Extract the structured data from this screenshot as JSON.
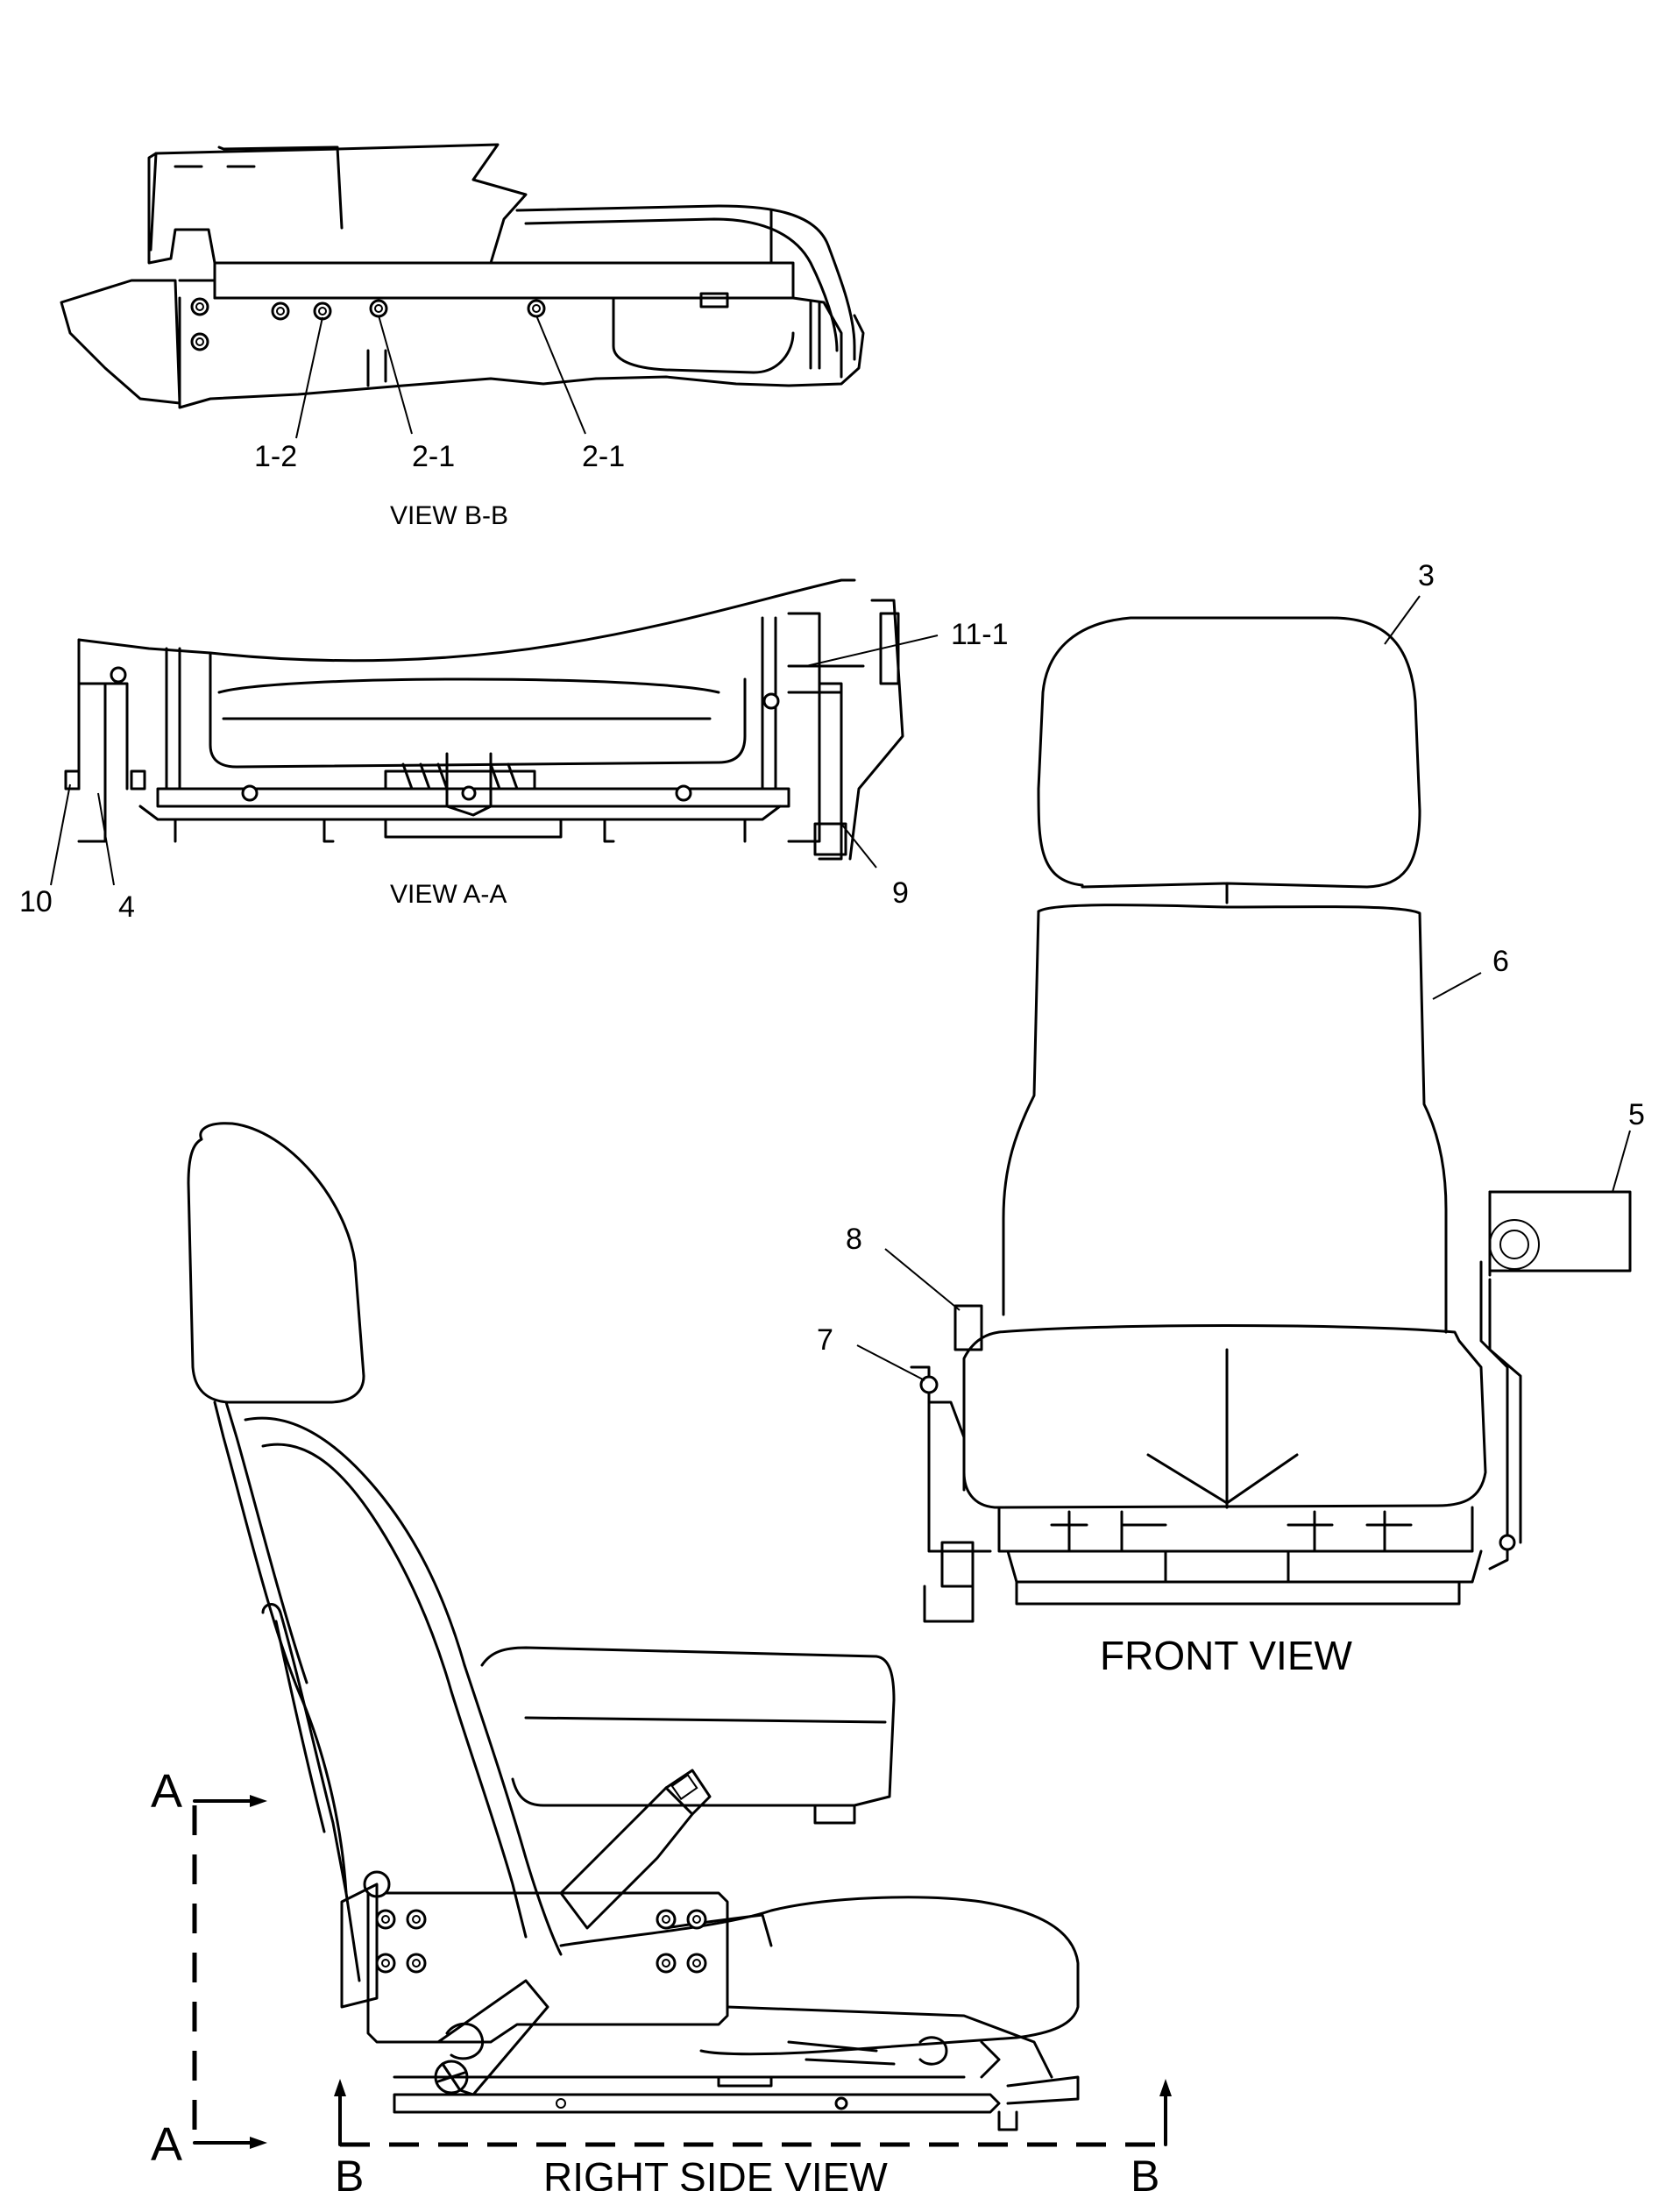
{
  "callouts": {
    "c1_2": "1-2",
    "c2_1a": "2-1",
    "c2_1b": "2-1",
    "c11_1": "11-1",
    "c10": "10",
    "c4": "4",
    "c9": "9",
    "c3": "3",
    "c6": "6",
    "c5": "5",
    "c8": "8",
    "c7": "7"
  },
  "views": {
    "view_bb": "VIEW B-B",
    "view_aa": "VIEW A-A",
    "front": "FRONT VIEW",
    "right_side": "RIGHT SIDE VIEW"
  },
  "sections": {
    "a_top": "A",
    "a_bottom": "A",
    "b_left": "B",
    "b_right": "B"
  }
}
